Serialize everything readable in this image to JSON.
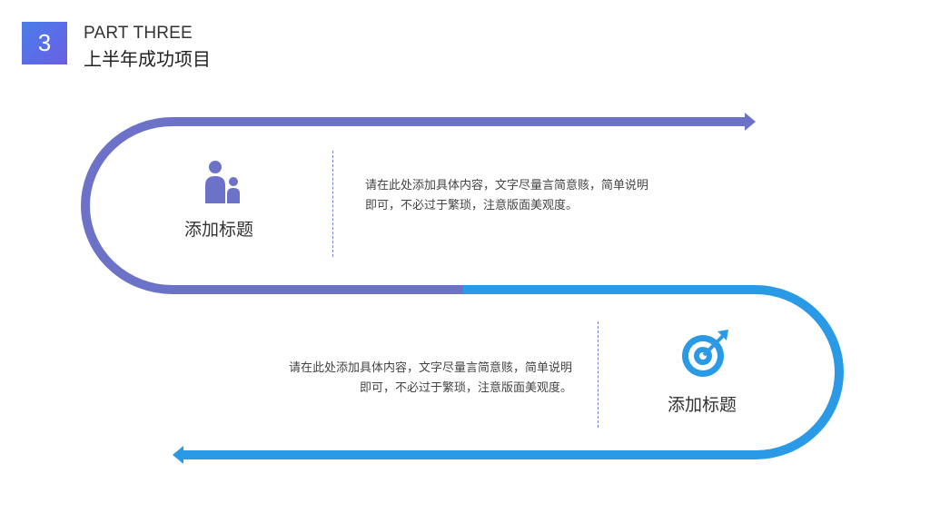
{
  "header": {
    "badge_number": "3",
    "part_label": "PART THREE",
    "section_title": "上半年成功项目"
  },
  "items": [
    {
      "title": "添加标题",
      "desc_line1": "请在此处添加具体内容，文字尽量言简意赅，简单说明",
      "desc_line2": "即可，不必过于繁琐，注意版面美观度。",
      "icon": "users-icon"
    },
    {
      "title": "添加标题",
      "desc_line1": "请在此处添加具体内容，文字尽量言简意赅，简单说明",
      "desc_line2": "即可，不必过于繁琐，注意版面美观度。",
      "icon": "target-icon"
    }
  ],
  "colors": {
    "purple": "#6c72c8",
    "blue": "#2b9ae6",
    "divider": "#7b7ecb"
  }
}
